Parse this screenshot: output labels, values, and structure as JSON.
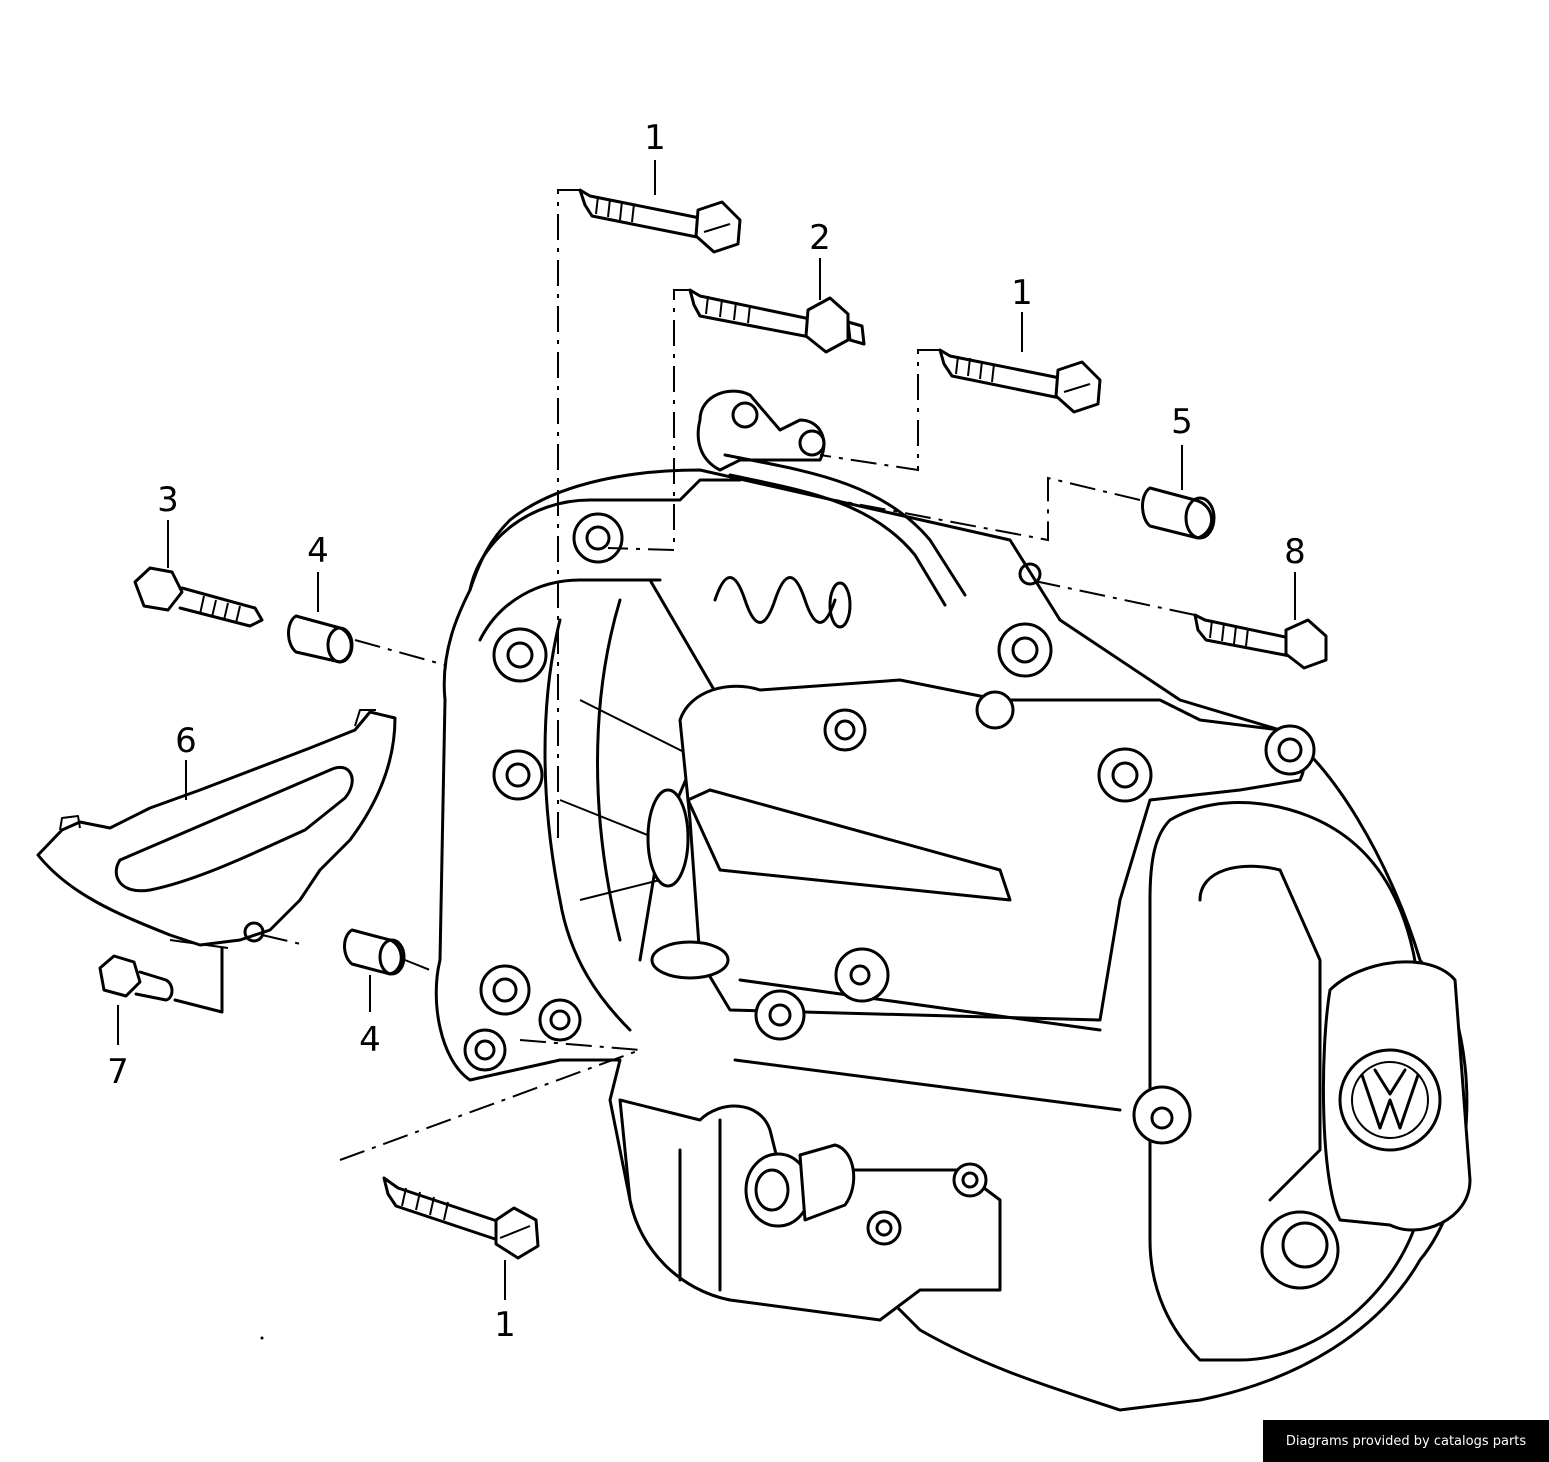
{
  "callouts": [
    {
      "id": "c1a",
      "label": "1"
    },
    {
      "id": "c2",
      "label": "2"
    },
    {
      "id": "c1b",
      "label": "1"
    },
    {
      "id": "c5",
      "label": "5"
    },
    {
      "id": "c3",
      "label": "3"
    },
    {
      "id": "c4a",
      "label": "4"
    },
    {
      "id": "c8",
      "label": "8"
    },
    {
      "id": "c6",
      "label": "6"
    },
    {
      "id": "c4b",
      "label": "4"
    },
    {
      "id": "c7",
      "label": "7"
    },
    {
      "id": "c1c",
      "label": "1"
    }
  ],
  "footer": {
    "credit": "Diagrams provided by catalogs parts"
  }
}
